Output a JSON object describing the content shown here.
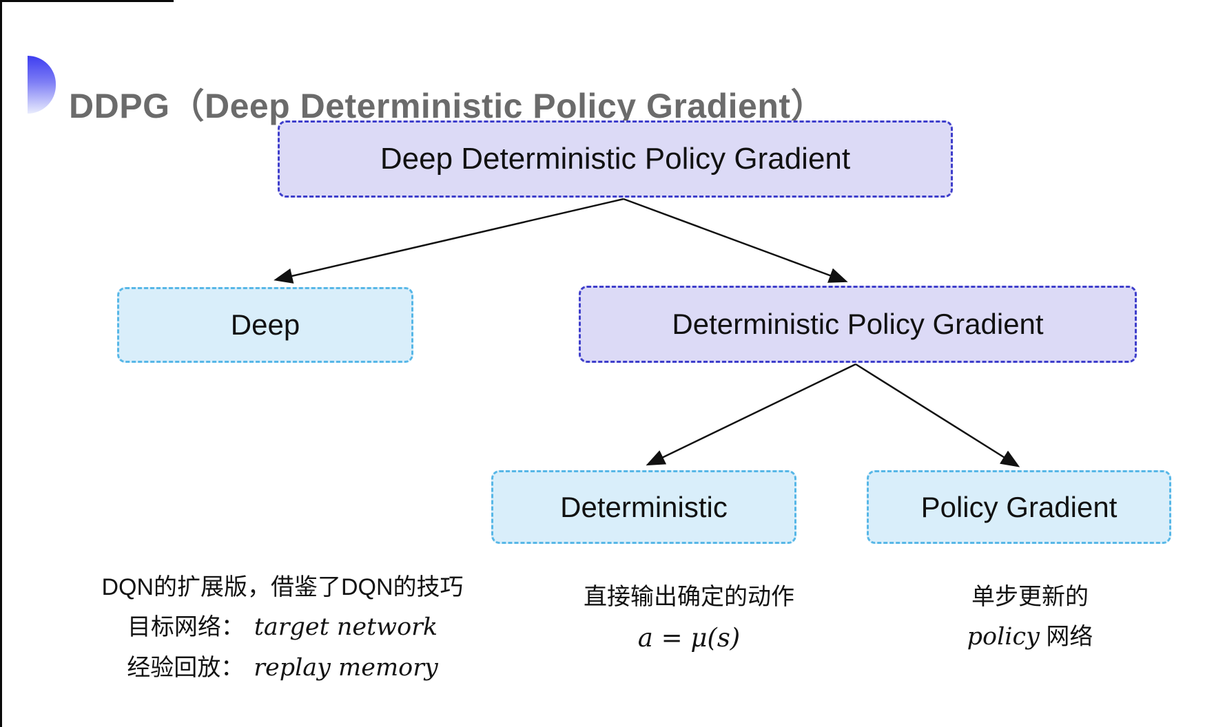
{
  "slide": {
    "title": "DDPG（Deep Deterministic Policy Gradient）"
  },
  "tree": {
    "root": {
      "label": "Deep Deterministic Policy Gradient"
    },
    "children": [
      {
        "label": "Deep"
      },
      {
        "label": "Deterministic Policy Gradient"
      }
    ],
    "grandchildren": [
      {
        "label": "Deterministic"
      },
      {
        "label": "Policy Gradient"
      }
    ]
  },
  "notes": {
    "deep": {
      "line1": "DQN的扩展版，借鉴了DQN的技巧",
      "line2_label": "目标网络：",
      "line2_term": "target network",
      "line3_label": "经验回放：",
      "line3_term": "replay memory"
    },
    "deterministic": {
      "line1": "直接输出确定的动作",
      "formula": "a = μ(s)"
    },
    "policy": {
      "line1": "单步更新的",
      "term": "policy",
      "rest": " 网络"
    }
  },
  "icons": {
    "title_bullet": "gradient-semicircle-icon"
  },
  "colors": {
    "lavender_fill": "#dcdaf6",
    "indigo_border": "#3e3ecb",
    "cyan_fill": "#d9eefa",
    "cyan_border": "#57b7e7",
    "title_gray": "#6b6b6b",
    "text_black": "#111111",
    "arrow_black": "#111111",
    "bullet_blue": "#3d3df0"
  }
}
